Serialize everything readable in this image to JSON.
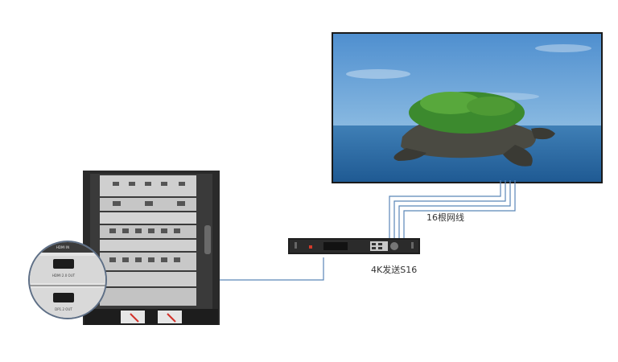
{
  "diagram": {
    "cable_label": "16根网线",
    "sender_label": "4K发送S16",
    "ports": {
      "hdmi_in": "HDMI IN",
      "hdmi_out": "HDMI 2.0 OUT",
      "dp_out": "DP1.2 OUT"
    },
    "nodes": [
      {
        "name": "video-processor-chassis"
      },
      {
        "name": "sender-box-4k-s16"
      },
      {
        "name": "led-display-screen"
      }
    ],
    "edges": [
      {
        "from": "video-processor-chassis",
        "to": "sender-box-4k-s16",
        "type": "video-cable"
      },
      {
        "from": "sender-box-4k-s16",
        "to": "led-display-screen",
        "type": "network-cables",
        "count": 16
      }
    ]
  },
  "colors": {
    "cable": "#5b86b8",
    "chassis": "#2a2a2a",
    "sender": "#1e1e1e",
    "sky": "#5f9bd2",
    "sea": "#2f6fa8"
  }
}
